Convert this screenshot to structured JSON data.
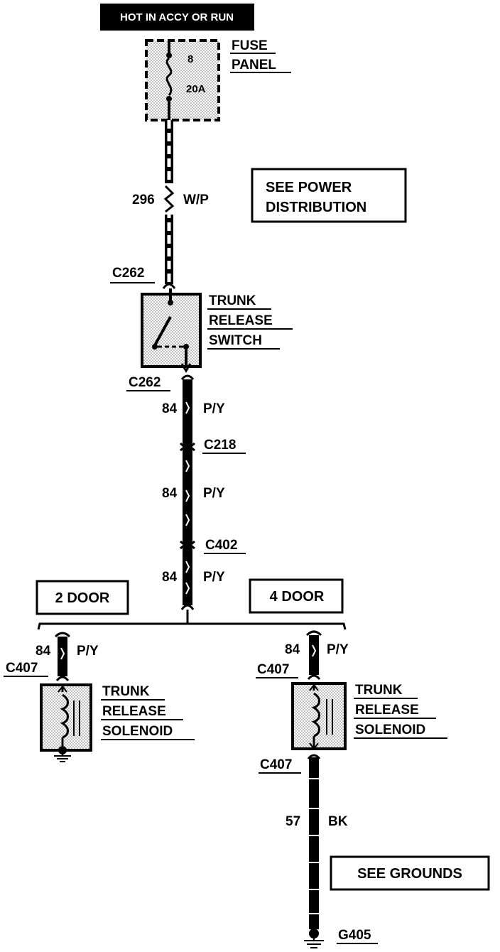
{
  "power": {
    "label": "HOT IN ACCY OR RUN"
  },
  "fuse_panel": {
    "title_line1": "FUSE",
    "title_line2": "PANEL",
    "fuse_number": "8",
    "fuse_rating": "20A"
  },
  "wire_296": {
    "circuit": "296",
    "color": "W/P"
  },
  "see_power": {
    "line1": "SEE POWER",
    "line2": "DISTRIBUTION"
  },
  "connector_c262_top": {
    "label": "C262"
  },
  "trunk_switch": {
    "line1": "TRUNK",
    "line2": "RELEASE",
    "line3": "SWITCH"
  },
  "connector_c262_bottom": {
    "label": "C262"
  },
  "wire_84_a": {
    "circuit": "84",
    "color": "P/Y"
  },
  "connector_c218": {
    "label": "C218"
  },
  "wire_84_b": {
    "circuit": "84",
    "color": "P/Y"
  },
  "connector_c402": {
    "label": "C402"
  },
  "wire_84_c": {
    "circuit": "84",
    "color": "P/Y"
  },
  "box_2door": {
    "label": "2 DOOR"
  },
  "box_4door": {
    "label": "4 DOOR"
  },
  "left_branch": {
    "circuit": "84",
    "color": "P/Y",
    "connector": "C407",
    "solenoid_line1": "TRUNK",
    "solenoid_line2": "RELEASE",
    "solenoid_line3": "SOLENOID"
  },
  "right_branch": {
    "circuit": "84",
    "color": "P/Y",
    "connector_top": "C407",
    "solenoid_line1": "TRUNK",
    "solenoid_line2": "RELEASE",
    "solenoid_line3": "SOLENOID",
    "connector_bottom": "C407"
  },
  "wire_57": {
    "circuit": "57",
    "color": "BK"
  },
  "see_grounds": {
    "label": "SEE GROUNDS"
  },
  "ground_g405": {
    "label": "G405"
  }
}
